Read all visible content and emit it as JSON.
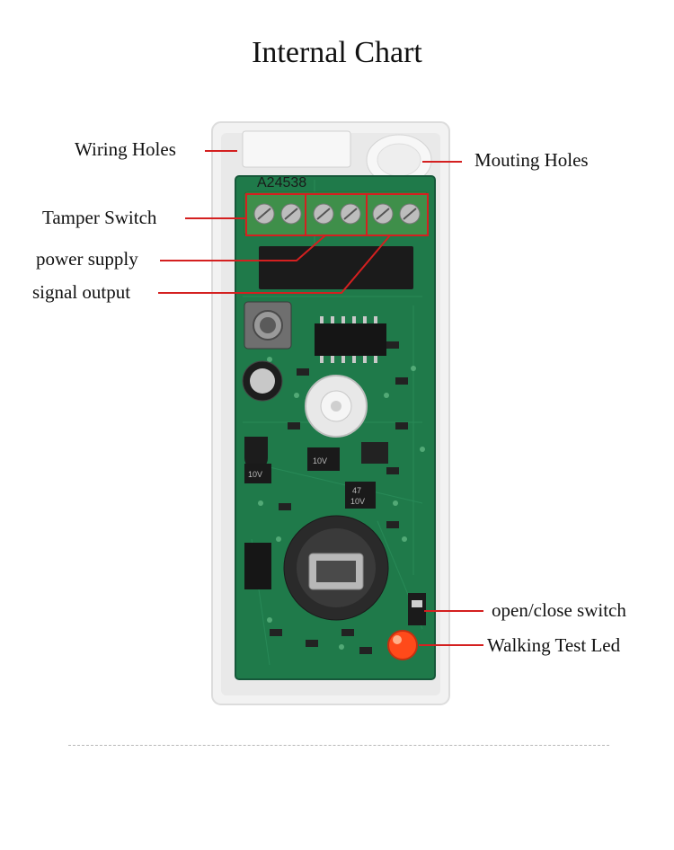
{
  "title": "Internal Chart",
  "board_marking": "A24538",
  "labels": {
    "wiring_holes": "Wiring Holes",
    "mounting_holes": "Mouting Holes",
    "tamper_switch": "Tamper Switch",
    "power_supply": "power supply",
    "signal_output": "signal output",
    "open_close_switch": "open/close switch",
    "walking_test_led": "Walking Test Led"
  },
  "component_text": {
    "cap1": "10V",
    "cap2_top": "47",
    "cap2_bottom": "10V",
    "cap3": "10V"
  },
  "colors": {
    "pointer_line": "#d42020",
    "pcb": "#1f7a4a",
    "casing": "#eeeeee",
    "terminal_block": "#3f8f4a",
    "led": "#ff4a1a"
  }
}
